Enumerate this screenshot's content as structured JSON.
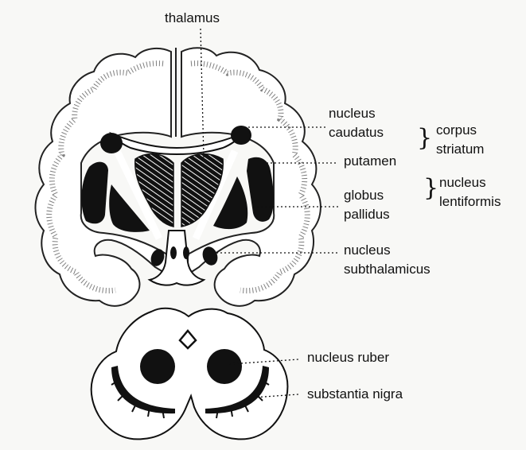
{
  "labels": {
    "thalamus": "thalamus",
    "nucleus_caudatus_1": "nucleus",
    "nucleus_caudatus_2": "caudatus",
    "corpus_1": "corpus",
    "corpus_2": "striatum",
    "putamen": "putamen",
    "globus_1": "globus",
    "globus_2": "pallidus",
    "lentiformis_1": "nucleus",
    "lentiformis_2": "lentiformis",
    "subthal_1": "nucleus",
    "subthal_2": "subthalamicus",
    "ruber": "nucleus ruber",
    "nigra": "substantia nigra"
  },
  "brace": "}"
}
